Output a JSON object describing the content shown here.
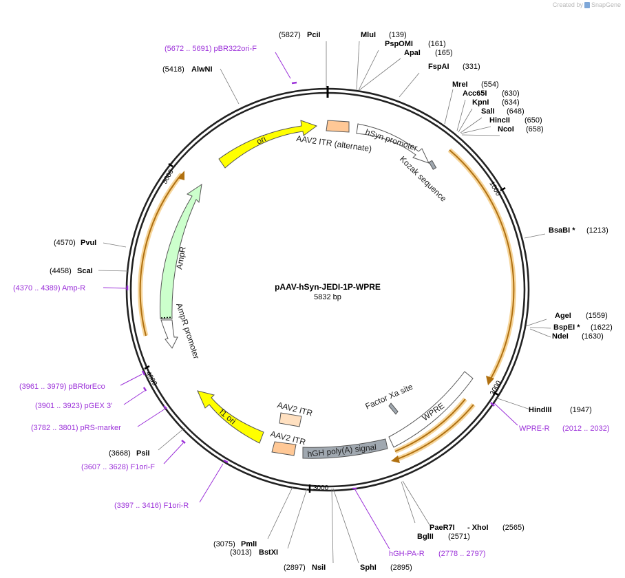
{
  "credit": {
    "created_by": "Created by",
    "brand": "SnapGene"
  },
  "plasmid": {
    "name": "pAAV-hSyn-JEDI-1P-WPRE",
    "length": "5832 bp",
    "bp": 5832
  },
  "ticks": [
    "1000",
    "2000",
    "3000",
    "4000",
    "5000"
  ],
  "colors": {
    "yellow": "#ffff00",
    "peach": "#ffc896",
    "light_peach": "#ffe0c0",
    "green": "#ccffcc",
    "gray": "#a0a8b0",
    "orf": "#f0b030",
    "primer": "#9b30d9"
  },
  "sites": [
    {
      "name": "PciI",
      "position": "(5827)"
    },
    {
      "name": "MluI",
      "position": "(139)"
    },
    {
      "name": "PspOMI",
      "position": "(161)"
    },
    {
      "name": "ApaI",
      "position": "(165)"
    },
    {
      "name": "FspAI",
      "position": "(331)"
    },
    {
      "name": "MreI",
      "position": "(554)"
    },
    {
      "name": "Acc65I",
      "position": "(630)"
    },
    {
      "name": "KpnI",
      "position": "(634)"
    },
    {
      "name": "SalI",
      "position": "(648)"
    },
    {
      "name": "HincII",
      "position": "(650)"
    },
    {
      "name": "NcoI",
      "position": "(658)"
    },
    {
      "name": "BsaBI *",
      "position": "(1213)"
    },
    {
      "name": "AgeI",
      "position": "(1559)"
    },
    {
      "name": "BspEI *",
      "position": "(1622)"
    },
    {
      "name": "NdeI",
      "position": "(1630)"
    },
    {
      "name": "HindIII",
      "position": "(1947)"
    },
    {
      "name": "PaeR7I",
      "position": ""
    },
    {
      "name": "- XhoI",
      "position": "(2565)"
    },
    {
      "name": "BglII",
      "position": "(2571)"
    },
    {
      "name": "SphI",
      "position": "(2895)"
    },
    {
      "name": "NsiI",
      "position": "(2897)"
    },
    {
      "name": "BstXI",
      "position": "(3013)"
    },
    {
      "name": "PmlI",
      "position": "(3075)"
    },
    {
      "name": "PsiI",
      "position": "(3668)"
    },
    {
      "name": "ScaI",
      "position": "(4458)"
    },
    {
      "name": "PvuI",
      "position": "(4570)"
    },
    {
      "name": "AlwNI",
      "position": "(5418)"
    }
  ],
  "primers": [
    {
      "label": "(5672 .. 5691)  pBR322ori-F"
    },
    {
      "label": "WPRE-R"
    },
    {
      "range": "(2012 .. 2032)"
    },
    {
      "label": "hGH-PA-R"
    },
    {
      "range": "(2778 .. 2797)"
    },
    {
      "label": "(3397 .. 3416)  F1ori-R"
    },
    {
      "label": "(3607 .. 3628)  F1ori-F"
    },
    {
      "label": "(3782 .. 3801)  pRS-marker"
    },
    {
      "label": "(3901 .. 3923)  pGEX 3'"
    },
    {
      "label": "(3961 .. 3979)  pBRforEco"
    },
    {
      "label": "(4370 .. 4389)  Amp-R"
    }
  ],
  "features": {
    "ori": "ori",
    "itr_alt": "AAV2 ITR (alternate)",
    "hsyn": "hSyn promoter",
    "kozak": "Kozak sequence",
    "wpre": "WPRE",
    "factor_xa": "Factor Xa site",
    "hgh": "hGH poly(A) signal",
    "itr1": "AAV2 ITR",
    "itr2": "AAV2 ITR",
    "f1ori": "f1 ori",
    "ampr": "AmpR",
    "ampr_promoter": "AmpR promoter"
  }
}
